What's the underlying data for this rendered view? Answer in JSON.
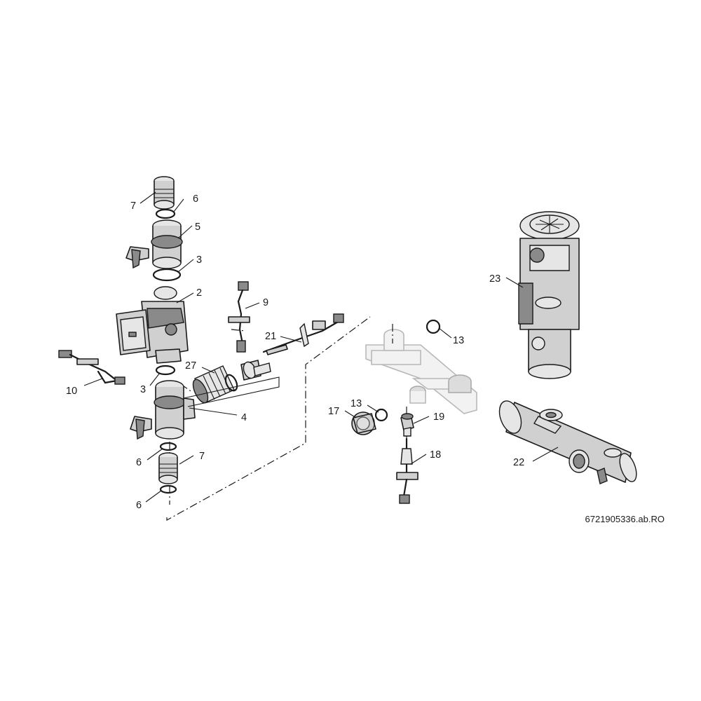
{
  "diagram": {
    "callouts": {
      "c2": "2",
      "c3a": "3",
      "c3b": "3",
      "c4": "4",
      "c5": "5",
      "c6a": "6",
      "c6b": "6",
      "c6c": "6",
      "c7a": "7",
      "c7b": "7",
      "c9": "9",
      "c10": "10",
      "c13a": "13",
      "c13b": "13",
      "c17": "17",
      "c18": "18",
      "c19": "19",
      "c21": "21",
      "c22": "22",
      "c23": "23",
      "c27": "27"
    },
    "reference": "6721905336.ab.RO"
  }
}
